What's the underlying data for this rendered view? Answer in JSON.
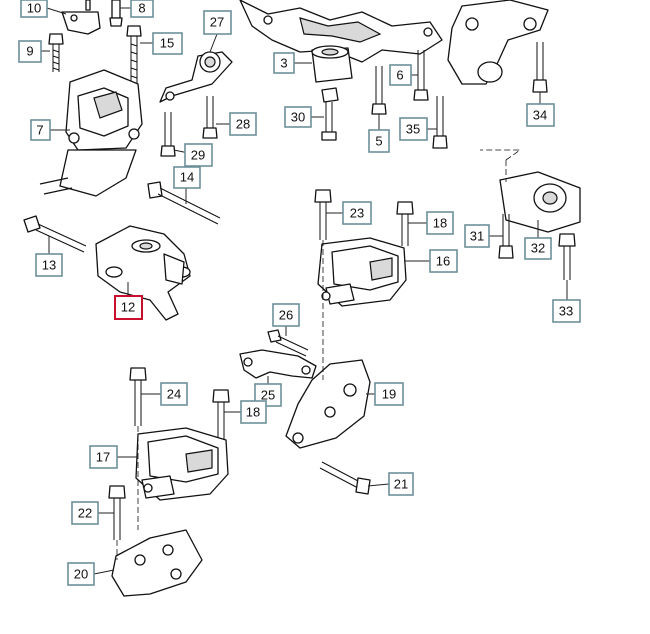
{
  "diagram": {
    "callouts": [
      {
        "id": "c10",
        "label": "10"
      },
      {
        "id": "c8",
        "label": "8"
      },
      {
        "id": "c9",
        "label": "9"
      },
      {
        "id": "c15",
        "label": "15"
      },
      {
        "id": "c27",
        "label": "27"
      },
      {
        "id": "c3",
        "label": "3"
      },
      {
        "id": "c6",
        "label": "6"
      },
      {
        "id": "c34",
        "label": "34"
      },
      {
        "id": "c7",
        "label": "7"
      },
      {
        "id": "c28",
        "label": "28"
      },
      {
        "id": "c29",
        "label": "29"
      },
      {
        "id": "c30",
        "label": "30"
      },
      {
        "id": "c5",
        "label": "5"
      },
      {
        "id": "c35",
        "label": "35"
      },
      {
        "id": "c14",
        "label": "14"
      },
      {
        "id": "c23",
        "label": "23"
      },
      {
        "id": "c18a",
        "label": "18"
      },
      {
        "id": "c31",
        "label": "31"
      },
      {
        "id": "c32",
        "label": "32"
      },
      {
        "id": "c13",
        "label": "13"
      },
      {
        "id": "c16",
        "label": "16"
      },
      {
        "id": "c12",
        "label": "12",
        "selected": true
      },
      {
        "id": "c33",
        "label": "33"
      },
      {
        "id": "c26",
        "label": "26"
      },
      {
        "id": "c24",
        "label": "24"
      },
      {
        "id": "c25",
        "label": "25"
      },
      {
        "id": "c19",
        "label": "19"
      },
      {
        "id": "c18b",
        "label": "18"
      },
      {
        "id": "c17",
        "label": "17"
      },
      {
        "id": "c21",
        "label": "21"
      },
      {
        "id": "c22",
        "label": "22"
      },
      {
        "id": "c20",
        "label": "20"
      }
    ],
    "colors": {
      "callout_border": "#6d8f99",
      "selected_border": "#c8102e",
      "line": "#111111"
    }
  }
}
